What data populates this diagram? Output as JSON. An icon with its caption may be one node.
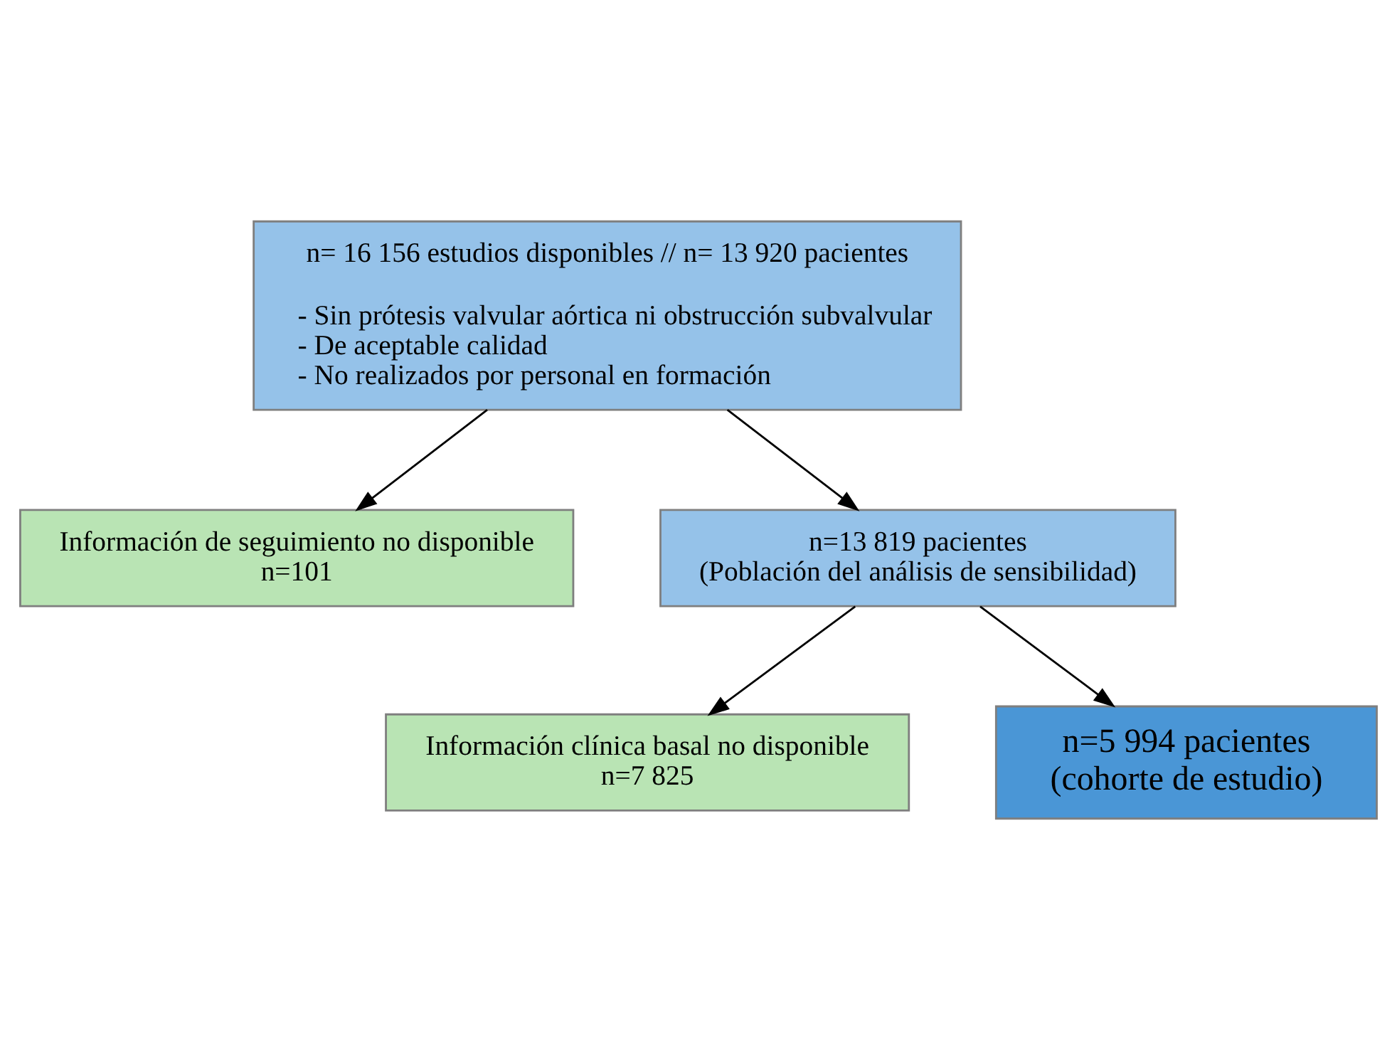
{
  "diagram": {
    "nodes": [
      {
        "text": [
          "n= 16 156 estudios disponibles // n= 13 920 pacientes",
          "- Sin prótesis valvular aórtica ni obstrucción subvalvular",
          "- De aceptable calidad",
          "- No realizados por personal en formación"
        ]
      },
      {
        "text": [
          "Información de seguimiento no disponible",
          "n=101"
        ]
      },
      {
        "text": [
          "n=13 819 pacientes",
          "(Población del análisis de sensibilidad)"
        ]
      },
      {
        "text": [
          "Información clínica basal no disponible",
          "n=7 825"
        ]
      },
      {
        "text": [
          "n=5 994 pacientes",
          "(cohorte de estudio)"
        ]
      }
    ],
    "edges": [
      {
        "from": 0,
        "to": 1,
        "arrow": "to"
      },
      {
        "from": 0,
        "to": 2,
        "arrow": "to"
      },
      {
        "from": 2,
        "to": 3,
        "arrow": "to"
      },
      {
        "from": 2,
        "to": 4,
        "arrow": "to"
      }
    ]
  }
}
